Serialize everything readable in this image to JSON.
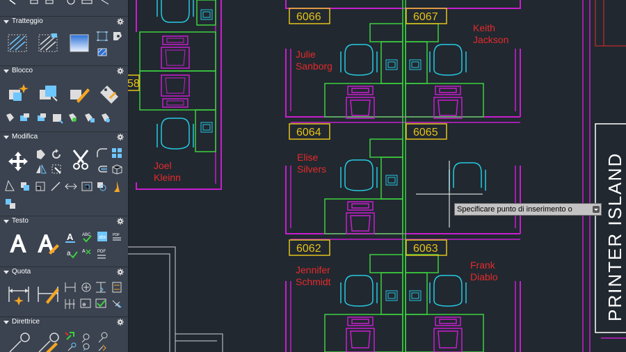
{
  "palette": {
    "sections": [
      {
        "title": "Tratteggio"
      },
      {
        "title": "Blocco"
      },
      {
        "title": "Modifica"
      },
      {
        "title": "Testo"
      },
      {
        "title": "Quota"
      },
      {
        "title": "Direttrice"
      }
    ]
  },
  "drawing": {
    "rooms": {
      "r6066": "6066",
      "r6067": "6067",
      "r6064": "6064",
      "r6065": "6065",
      "r6062": "6062",
      "r6063": "6063",
      "r58": "58"
    },
    "names": {
      "keith_1": "Keith",
      "keith_2": "Jackson",
      "julie_1": "Julie",
      "julie_2": "Sanborg",
      "joel_1": "Joel",
      "joel_2": "Kleinn",
      "elise_1": "Elise",
      "elise_2": "Silvers",
      "jennifer_1": "Jennifer",
      "jennifer_2": "Schmidt",
      "frank_1": "Frank",
      "frank_2": "Diablo"
    },
    "printer_label": "PRINTER ISLAND",
    "tooltip": "Specificare punto di inserimento o"
  },
  "colors": {
    "palette_bg": "#3b4350",
    "canvas_bg": "#212830",
    "magenta": "#c81ecf",
    "green": "#3dd13d",
    "cyan": "#27c9e0",
    "yellow_tag": "#e6c21a",
    "red_text": "#e52b2b",
    "white_line": "#cfd3d6"
  }
}
